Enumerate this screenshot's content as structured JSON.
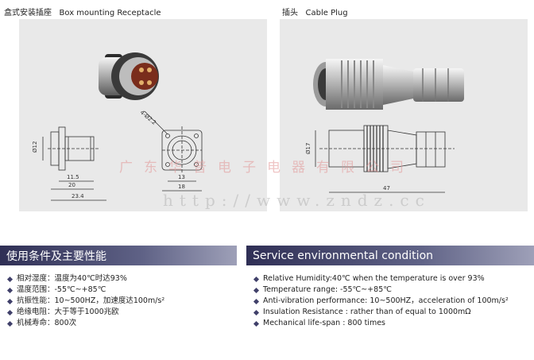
{
  "captions": {
    "left": "盒式安装插座   Box mounting Receptacle",
    "right": "插头   Cable Plug"
  },
  "drawings": {
    "left": {
      "dims": [
        "Ø12",
        "11.5",
        "20",
        "23.4",
        "4-Ø2.2",
        "13",
        "18"
      ]
    },
    "right": {
      "dims": [
        "Ø17",
        "47"
      ]
    }
  },
  "watermark": {
    "company": "广东华普电子电器有限公司",
    "url": "http://www.zndz.cc"
  },
  "sections": {
    "left_title": "使用条件及主要性能",
    "right_title": "Service environmental condition"
  },
  "specs_cn": [
    "相对湿度：温度为40℃时达93%",
    "温度范围：-55℃~+85℃",
    "抗振性能：10~500HZ，加速度达100m/s²",
    "绝缘电阻：大于等于1000兆欧",
    "机械寿命：800次"
  ],
  "specs_en": [
    "Relative Humidity:40℃ when the temperature is over 93%",
    "Temperature range: -55℃~+85℃",
    "Anti-vibration performance: 10~500HZ，acceleration of 100m/s²",
    "Insulation Resistance : rather than of equal to 1000mΩ",
    "Mechanical life-span : 800 times"
  ],
  "colors": {
    "panel_bg": "#e9e9e9",
    "header_dark": "#2f2f55",
    "bullet": "#40406a"
  }
}
